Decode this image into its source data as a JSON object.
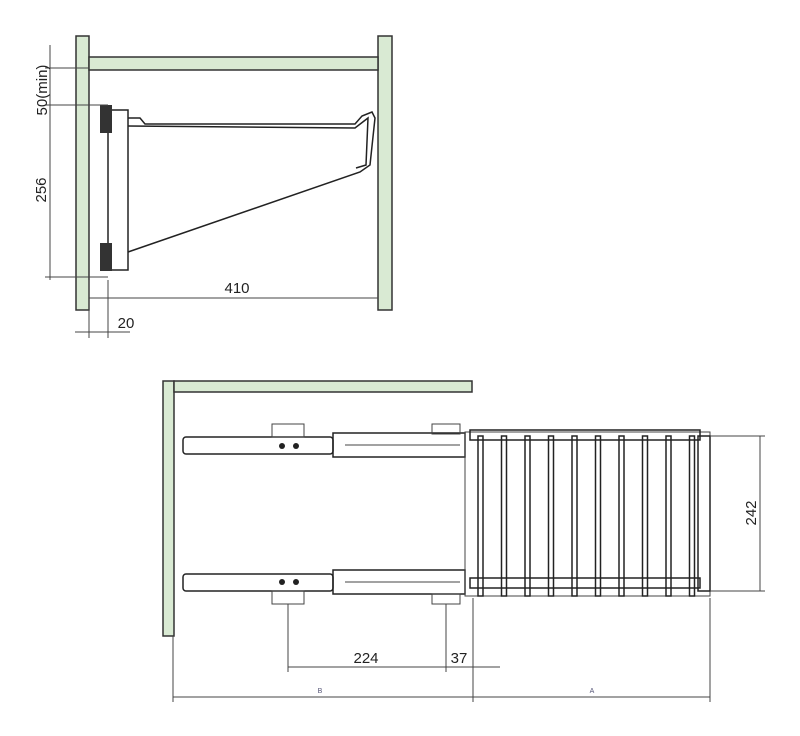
{
  "side_view": {
    "dim_clearance": "50(min)",
    "dim_height": "256",
    "dim_depth": "410",
    "dim_offset": "20"
  },
  "top_view": {
    "dim_width": "242",
    "dim_rail_mount": "224",
    "dim_front_offset": "37",
    "dim_b": "B",
    "dim_a": "A"
  },
  "colors": {
    "panel": "#d9ead3",
    "lines": "#222222"
  }
}
